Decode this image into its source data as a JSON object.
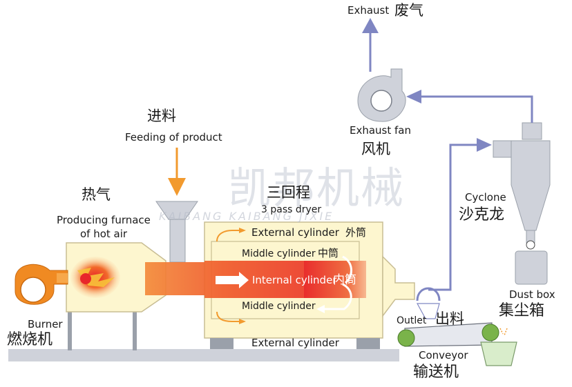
{
  "diagram": {
    "exhaust": {
      "en": "Exhaust",
      "zh": "废气"
    },
    "exhaust_fan": {
      "en": "Exhaust fan",
      "zh": "风机"
    },
    "feeding": {
      "zh": "进料",
      "en": "Feeding of product"
    },
    "hot_air": {
      "zh": "热气",
      "en_line1": "Producing furnace",
      "en_line2": "of hot air"
    },
    "dryer": {
      "zh": "三回程",
      "en": "3 pass dryer"
    },
    "external_cylinder_top": {
      "en": "External cylinder",
      "zh": "外筒"
    },
    "middle_cylinder_top": {
      "en": "Middle cylinder",
      "zh": "中筒"
    },
    "internal_cylinder": {
      "en": "Internal cylinder",
      "zh": "内筒"
    },
    "middle_cylinder_bottom": {
      "en": "Middle cylinder"
    },
    "external_cylinder_bottom": {
      "en": "External cylinder"
    },
    "burner": {
      "en": "Burner",
      "zh": "燃烧机"
    },
    "outlet": {
      "en": "Outlet",
      "zh": "出料"
    },
    "conveyor": {
      "en": "Conveyor",
      "zh": "输送机"
    },
    "cyclone": {
      "en": "Cyclone",
      "zh": "沙克龙"
    },
    "dust_box": {
      "en": "Dust box",
      "zh": "集尘箱"
    }
  },
  "watermark": {
    "zh": "凯邦机械",
    "en": "KAIBANG KAIBANG JIXIE"
  },
  "colors": {
    "flow_arrow": "#7f86c2",
    "feed_arrow": "#f29a2e",
    "burner_orange": "#f08a22",
    "dryer_fill": "#fdf6cf",
    "dryer_stroke": "#c8bd93",
    "hot_air_start": "#f07a2a",
    "hot_air_end": "#e8262a",
    "base_gray": "#cfd2da"
  }
}
